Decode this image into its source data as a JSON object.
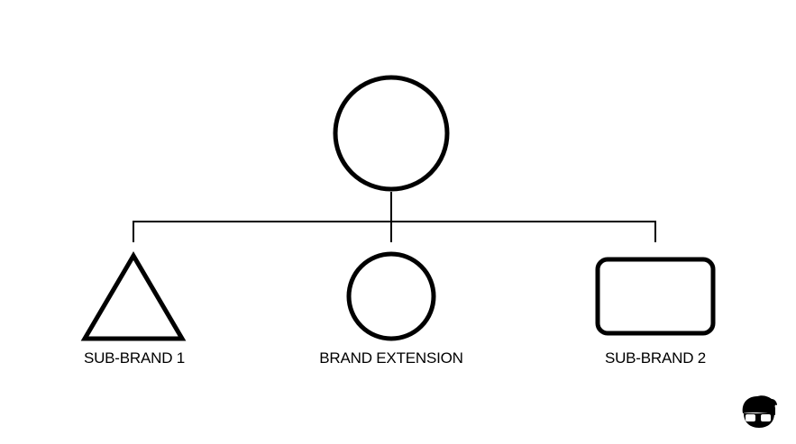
{
  "diagram": {
    "type": "brand-architecture-hierarchy",
    "colors": {
      "stroke": "#000000",
      "background": "#ffffff"
    },
    "parent": {
      "shape": "circle",
      "label": ""
    },
    "children": [
      {
        "shape": "triangle",
        "label": "SUB-BRAND 1"
      },
      {
        "shape": "circle",
        "label": "BRAND EXTENSION"
      },
      {
        "shape": "rounded-rectangle",
        "label": "SUB-BRAND 2"
      }
    ],
    "logo": {
      "icon": "nerd-face-icon"
    }
  }
}
